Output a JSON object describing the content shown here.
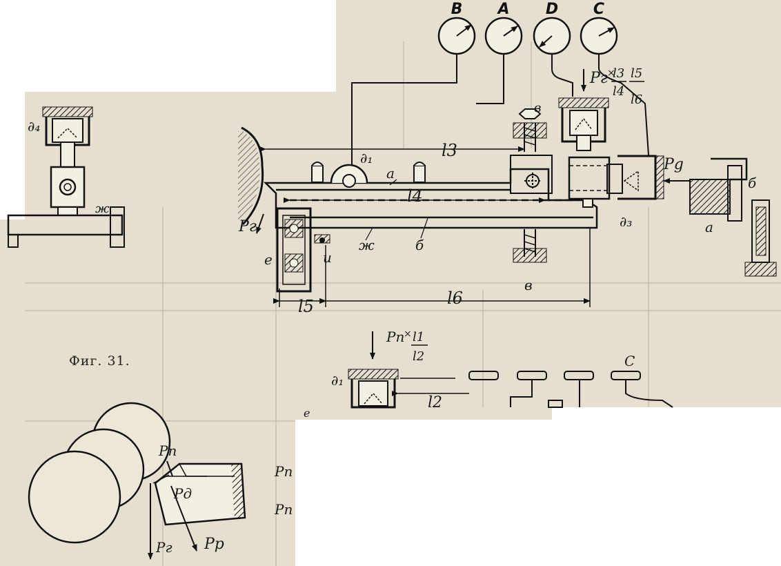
{
  "figure_caption": "Фиг. 31.",
  "gauges": [
    "B",
    "A",
    "D",
    "C"
  ],
  "main_labels": {
    "d1": "∂₁",
    "a": "a",
    "b": "б",
    "zh": "ж",
    "e": "e",
    "i": "u",
    "v_top": "в",
    "v_bottom": "в",
    "d3": "∂₃",
    "pg": "Pg",
    "pr": "Pг",
    "l3": "l3",
    "l4": "l4",
    "l5": "l5",
    "l6": "l6"
  },
  "formula_top": {
    "p": "Pг",
    "x": "×",
    "n1": "l3",
    "d1": "l4",
    "n2": "l5",
    "d2": "l6"
  },
  "formula_bottom": {
    "p": "Pп",
    "x": "×",
    "n": "l1",
    "d": "l2"
  },
  "left_inset": {
    "d4": "∂₄",
    "zh": "ж"
  },
  "right_inset": {
    "a": "a",
    "b": "б"
  },
  "lower_detail": {
    "d1": "∂₁",
    "l2": "l2",
    "C": "C",
    "e": "e"
  },
  "forces": {
    "pn": "Pп",
    "pd": "Pд",
    "pr": "Pг",
    "pp": "Pр"
  },
  "margin_pn": [
    "Pп",
    "Pп"
  ]
}
